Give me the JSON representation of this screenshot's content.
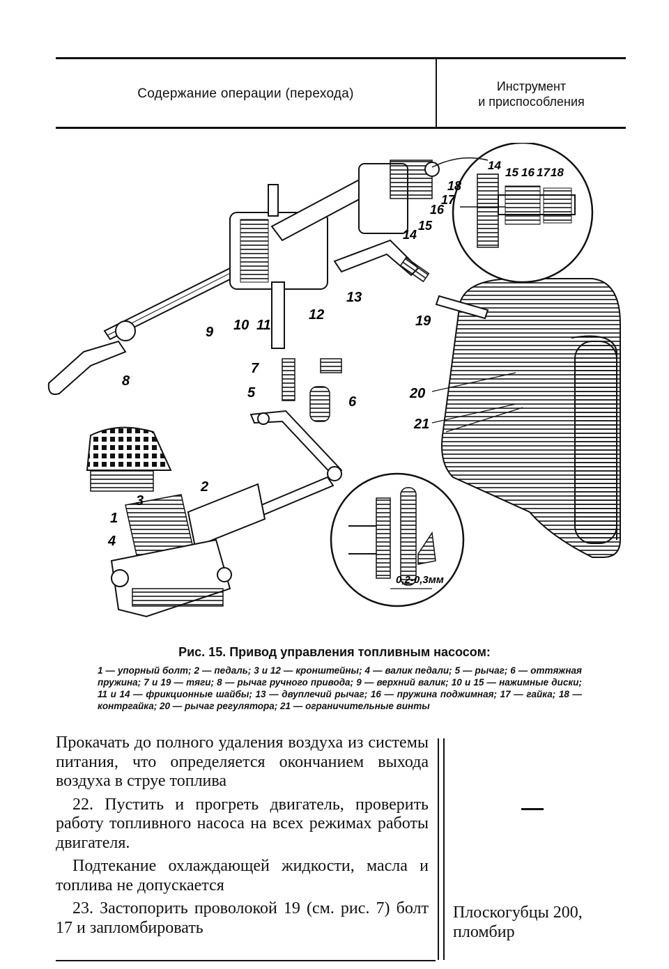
{
  "header": {
    "left": "Содержание операции (перехода)",
    "right_line1": "Инструмент",
    "right_line2": "и приспособления"
  },
  "figure": {
    "labels": [
      "1",
      "2",
      "3",
      "4",
      "5",
      "6",
      "7",
      "8",
      "9",
      "10",
      "11",
      "12",
      "13",
      "14",
      "15",
      "16",
      "17",
      "18",
      "19",
      "20",
      "21"
    ],
    "inset_top_labels": [
      "14",
      "15",
      "16",
      "17",
      "18"
    ],
    "gap_label": "0,2-0,3мм"
  },
  "caption": {
    "title": "Рис. 15. Привод управления топливным насосом:",
    "legend": "1 — упорный болт; 2 — педаль; 3 и 12 — кронштейны; 4 — валик педали; 5 — рычаг; 6 — оттяжная пружина; 7 и 19 — тяги; 8 — рычаг ручного привода; 9 — верхний валик; 10 и 15 — нажимные диски; 11 и 14 — фрикционные шайбы; 13 — двуплечий рычаг; 16 — пружина поджимная; 17 — гайка; 18 — контргайка; 20 — рычаг регулятора; 21 — ограничительные винты"
  },
  "content": {
    "p1": "Прокачать до полного удаления воздуха из системы питания, что определяется окончанием выхода воздуха в струе топлива",
    "p2": "22. Пустить и прогреть двигатель, проверить работу топливного насоса на всех режимах работы двигателя.",
    "p3": "Подтекание охлаждающей жидкости, масла и топлива не допускается",
    "p4": "23. Застопорить проволокой 19 (см. рис. 7) болт 17 и запломбировать"
  },
  "tools": {
    "row1": "—",
    "row2_line1": "Плоскогубцы 200,",
    "row2_line2": "пломбир"
  }
}
